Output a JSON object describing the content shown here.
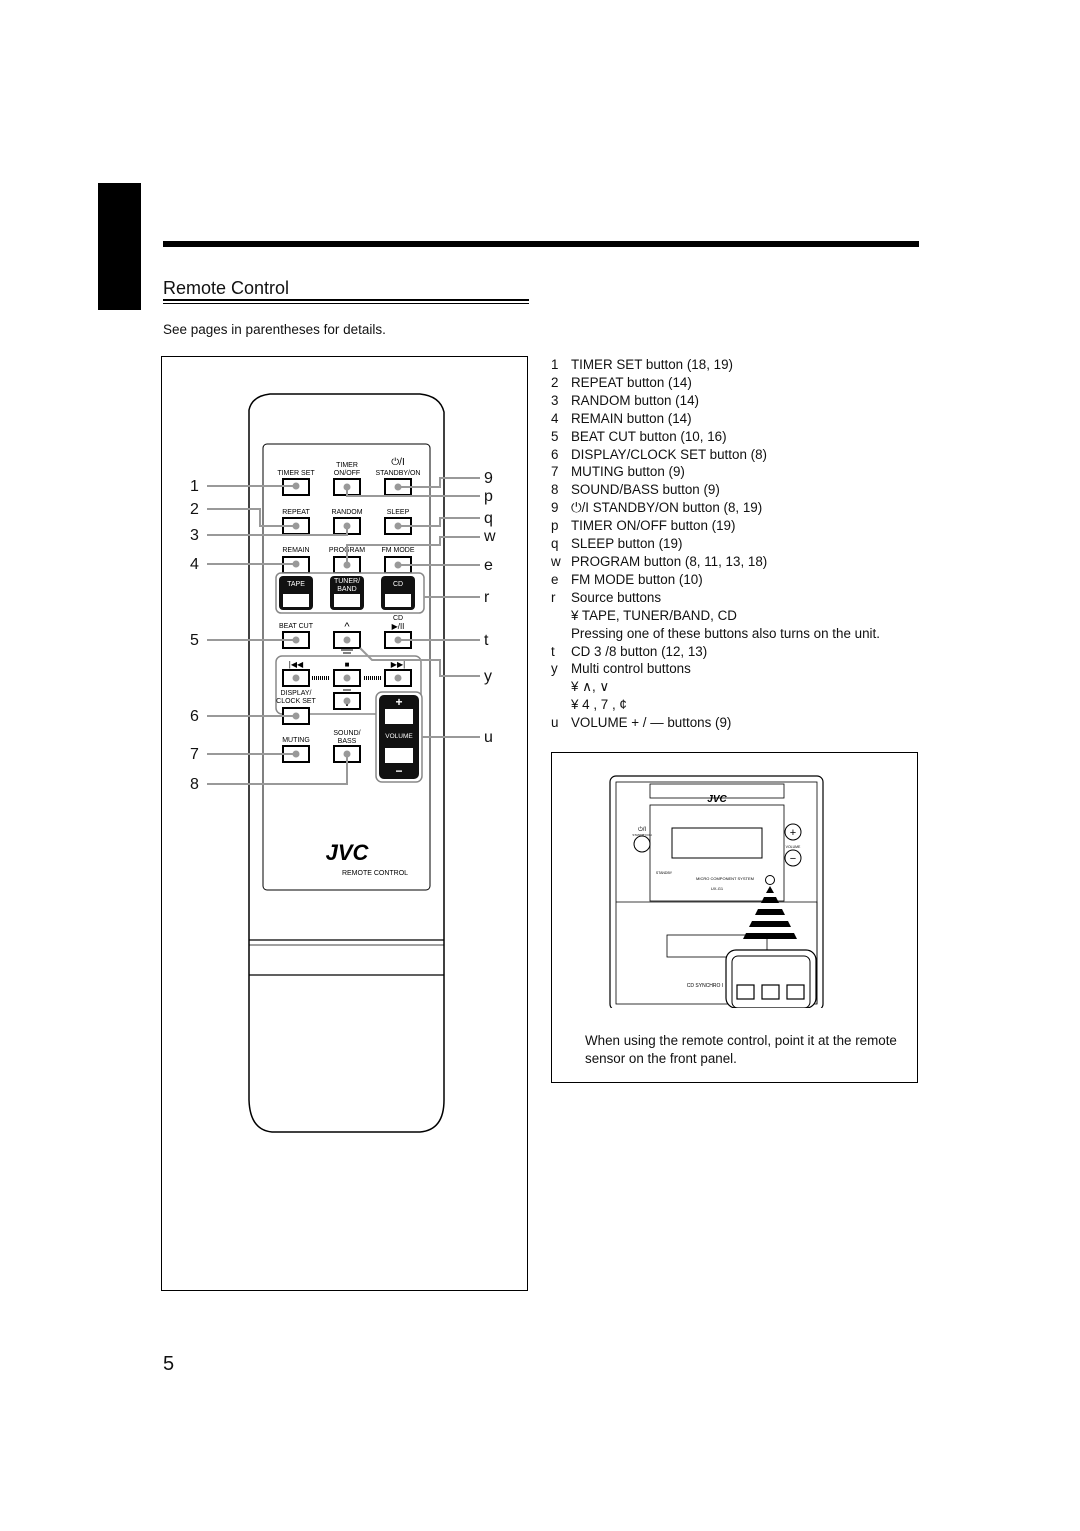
{
  "page": {
    "title": "Remote Control",
    "intro": "See pages in parentheses for details.",
    "page_number": "5"
  },
  "legend": [
    {
      "k": "1",
      "text": "TIMER SET button (18, 19)"
    },
    {
      "k": "2",
      "text": "REPEAT button (14)"
    },
    {
      "k": "3",
      "text": "RANDOM button (14)"
    },
    {
      "k": "4",
      "text": "REMAIN button (14)"
    },
    {
      "k": "5",
      "text": "BEAT CUT button (10, 16)"
    },
    {
      "k": "6",
      "text": "DISPLAY/CLOCK SET button (8)"
    },
    {
      "k": "7",
      "text": "MUTING button (9)"
    },
    {
      "k": "8",
      "text": "SOUND/BASS button (9)"
    },
    {
      "k": "9",
      "text": "⏻/I STANDBY/ON button (8, 19)"
    },
    {
      "k": "p",
      "text": "TIMER ON/OFF button (19)"
    },
    {
      "k": "q",
      "text": "SLEEP button (19)"
    },
    {
      "k": "w",
      "text": "PROGRAM button (8, 11, 13, 18)"
    },
    {
      "k": "e",
      "text": "FM MODE button (10)"
    },
    {
      "k": "r",
      "text": "Source buttons"
    }
  ],
  "legend_r_sub": [
    "¥ TAPE, TUNER/BAND, CD",
    "Pressing one of these buttons also turns on the unit."
  ],
  "legend_t": {
    "k": "t",
    "text": "CD 3 /8 button (12, 13)"
  },
  "legend_y": {
    "k": "y",
    "text": "Multi control buttons"
  },
  "legend_y_sub": [
    "¥ ∧, ∨",
    "¥ 4 , 7 , ¢"
  ],
  "legend_u": {
    "k": "u",
    "text": "VOLUME + / — buttons (9)"
  },
  "caption": "When using the remote control, point it at the remote sensor on the front panel.",
  "callouts_left": [
    "1",
    "2",
    "3",
    "4",
    "5",
    "6",
    "7",
    "8"
  ],
  "callouts_right": [
    "9",
    "p",
    "q",
    "w",
    "e",
    "r",
    "t",
    "y",
    "u"
  ],
  "remote": {
    "brand": "JVC",
    "name": "REMOTE CONTROL",
    "labels": {
      "timer_set": "TIMER SET",
      "timer": "TIMER",
      "on_off": "ON/OFF",
      "standby_on": "STANDBY/ON",
      "standby_symbol": "⏻/I",
      "repeat": "REPEAT",
      "random": "RANDOM",
      "sleep": "SLEEP",
      "remain": "REMAIN",
      "program": "PROGRAM",
      "fm_mode": "FM MODE",
      "tape": "TAPE",
      "tuner": "TUNER/",
      "band": "BAND",
      "cd": "CD",
      "cd_label": "CD",
      "play_pause": "▶/II",
      "beat_cut": "BEAT CUT",
      "display": "DISPLAY/",
      "clock_set": "CLOCK SET",
      "sound": "SOUND/",
      "bass": "BASS",
      "muting": "MUTING",
      "volume": "VOLUME",
      "plus": "+",
      "minus": "−"
    }
  },
  "unit": {
    "brand": "JVC",
    "standby_symbol": "⏻/I",
    "standby_on": "STANDBY/ON",
    "volume": "VOLUME",
    "standby": "STANDBY",
    "system": "MICRO COMPONENT SYSTEM",
    "model": "UX-G1",
    "cd_synchro": "CD SYNCHRO I"
  }
}
